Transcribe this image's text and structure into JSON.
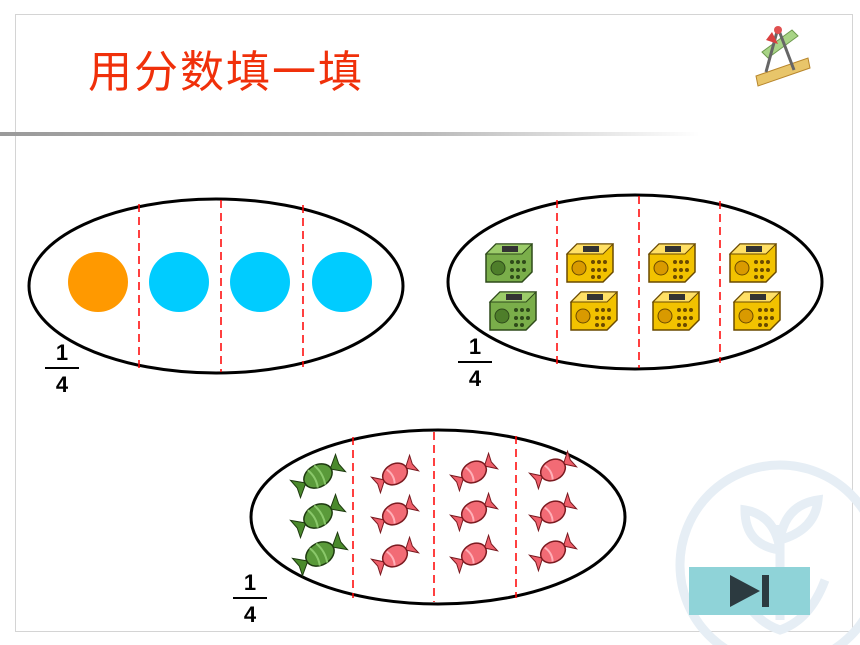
{
  "slide": {
    "title": "用分数填一填"
  },
  "groups": [
    {
      "id": "circles",
      "fraction": {
        "numerator": "1",
        "denominator": "4"
      }
    },
    {
      "id": "sharpeners",
      "fraction": {
        "numerator": "1",
        "denominator": "4"
      }
    },
    {
      "id": "candies",
      "fraction": {
        "numerator": "1",
        "denominator": "4"
      }
    }
  ],
  "colors": {
    "title": "#f0300a",
    "orange": "#ff9900",
    "cyan": "#00ccff",
    "dash": "#ff0000",
    "green": "#6a9a3c",
    "yellow": "#f2c200",
    "candy_red": "#ef5f6a",
    "candy_green": "#4a8a2c",
    "button": "#8fd3d8"
  },
  "icons": {
    "next": "skip-next-icon",
    "logo": "compass-ruler-icon",
    "watermark": "sprout-hands-watermark-icon"
  }
}
